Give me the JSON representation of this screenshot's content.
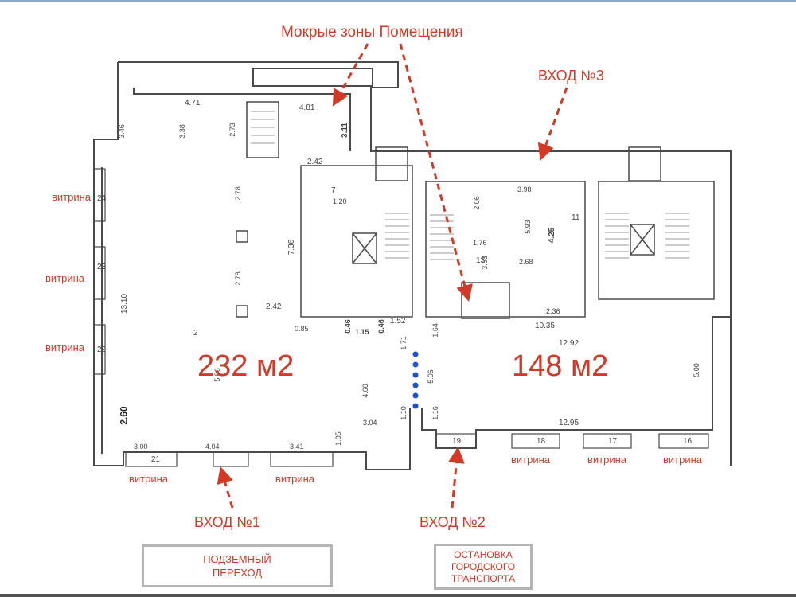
{
  "labels": {
    "wet_zones": "Мокрые зоны Помещения",
    "entrance_1": "ВХОД №1",
    "entrance_2": "ВХОД №2",
    "entrance_3": "ВХОД №3",
    "area_left": "232 м2",
    "area_right": "148 м2",
    "showcase": "витрина",
    "underpass": "ПОДЗЕМНЫЙ ПЕРЕХОД",
    "bus_stop": "ОСТАНОВКА ГОРОДСКОГО ТРАНСПОРТА"
  },
  "dimensions": {
    "d471": "4.71",
    "d481": "4.81",
    "d311": "3.11",
    "d346": "3.46",
    "d338": "3.38",
    "d273": "2.73",
    "d242a": "2.42",
    "d278a": "2.78",
    "d278b": "2.78",
    "d242b": "2.42",
    "d736": "7.36",
    "d1310": "13.10",
    "d260": "2.60",
    "d586": "5.86",
    "d460": "4.60",
    "d304": "3.04",
    "d300": "3.00",
    "d404": "4.04",
    "d341": "3.41",
    "d105": "1.05",
    "d152": "1.52",
    "d115": "1.15",
    "d171": "1.71",
    "d164": "1.64",
    "d506": "5.06",
    "d116": "1.16",
    "d110": "1.10",
    "d1035": "10.35",
    "d1292": "12.92",
    "d1295": "12.95",
    "d500": "5.00",
    "d398": "3.98",
    "d425": "4.25",
    "d353": "3.53",
    "d268": "2.68",
    "d593": "5.93",
    "d085": "0.85",
    "d046a": "0.46",
    "d046b": "0.46",
    "d120": "1.20",
    "d176": "1.76",
    "d206": "2.06",
    "d236": "2.36",
    "d013": "13",
    "d011": "11",
    "d007": "7",
    "r24": "24",
    "r23": "23",
    "r22": "22",
    "r21": "21",
    "r19": "19",
    "r18": "18",
    "r17": "17",
    "r16": "16",
    "r2": "2"
  },
  "colors": {
    "accent": "#d03a27",
    "wall": "#4a4a4a",
    "door_dots": "#1f4fd8",
    "box_border": "#b5b5b5"
  }
}
